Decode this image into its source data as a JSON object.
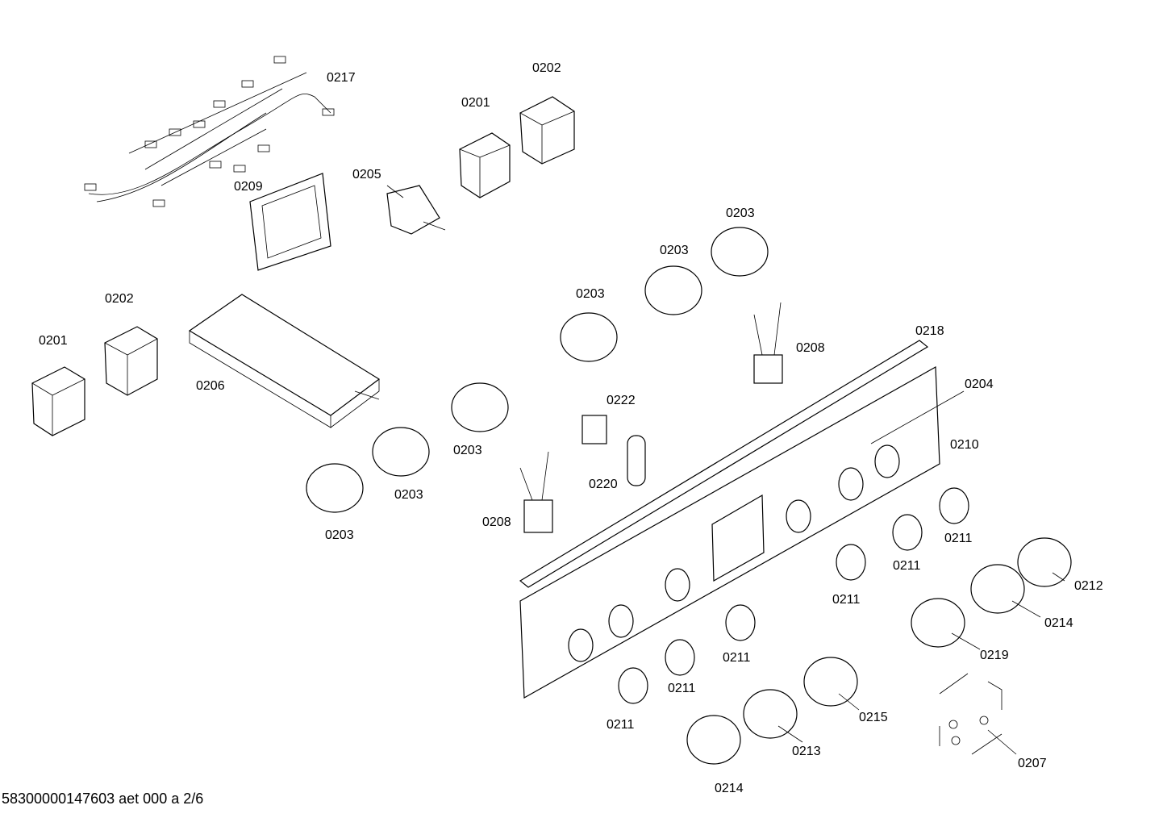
{
  "diagram": {
    "part_labels": [
      "0217",
      "0202",
      "0201",
      "0209",
      "0205",
      "0203",
      "0203",
      "0203",
      "0202",
      "0201",
      "0206",
      "0218",
      "0208",
      "0222",
      "0204",
      "0203",
      "0210",
      "0203",
      "0220",
      "0203",
      "0208",
      "0211",
      "0212",
      "0211",
      "0211",
      "0214",
      "0219",
      "0211",
      "0211",
      "0215",
      "0211",
      "0213",
      "0207",
      "0214"
    ],
    "footer": "58300000147603 aet 000 a 2/6"
  }
}
